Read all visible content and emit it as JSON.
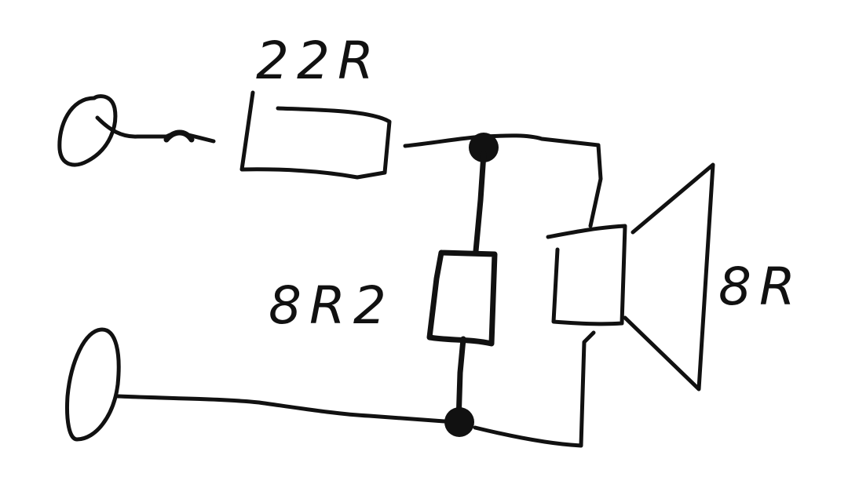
{
  "labels": {
    "series_resistor": "22R",
    "shunt_resistor": "8R2",
    "speaker": "8R"
  },
  "colors": {
    "ink": "#111111",
    "background": "#ffffff"
  },
  "icons": {
    "input_terminal_top": "terminal-icon",
    "input_terminal_bottom": "terminal-icon",
    "speaker": "speaker-icon",
    "junction": "junction-dot-icon"
  }
}
